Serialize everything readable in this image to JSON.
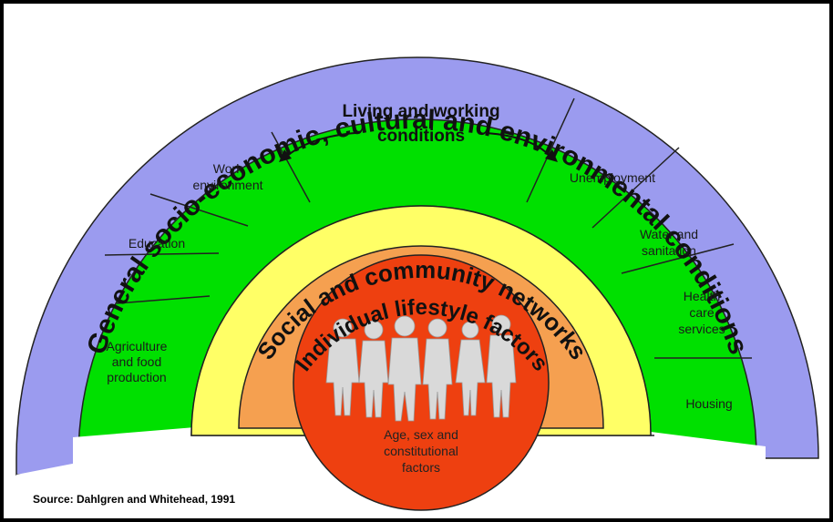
{
  "outer_band": {
    "label": "General socio-economic, cultural and environmental conditions"
  },
  "living_working": {
    "title_line1": "Living and working",
    "title_line2": "conditions"
  },
  "segments": {
    "agriculture": {
      "line1": "Agriculture",
      "line2": "and food",
      "line3": "production"
    },
    "education": {
      "line1": "Education"
    },
    "work_environment": {
      "line1": "Work",
      "line2": "environment"
    },
    "unemployment": {
      "line1": "Unemployment"
    },
    "water_sanitation": {
      "line1": "Water and",
      "line2": "sanitation"
    },
    "health_care": {
      "line1": "Health",
      "line2": "care",
      "line3": "services"
    },
    "housing": {
      "line1": "Housing"
    }
  },
  "social_band": {
    "label": "Social and community networks"
  },
  "individual_band": {
    "label": "Individual lifestyle factors"
  },
  "core": {
    "line1": "Age, sex and",
    "line2": "constitutional",
    "line3": "factors"
  },
  "source": "Source: Dahlgren and Whitehead, 1991",
  "colors": {
    "outer": "#9b9bef",
    "green": "#00e000",
    "social": "#ffff66",
    "individual": "#f5a050",
    "core": "#ee4010",
    "figures": "#d9d9d9"
  }
}
